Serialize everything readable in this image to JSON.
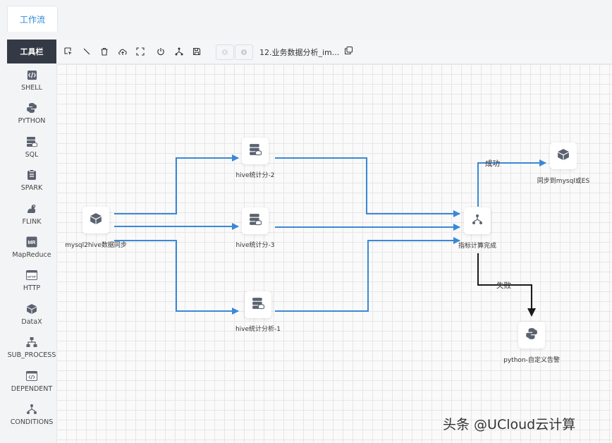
{
  "tabs": {
    "workflow": "工作流"
  },
  "sidebar": {
    "title": "工具栏",
    "tools": [
      {
        "label": "SHELL",
        "icon": "shell-icon"
      },
      {
        "label": "PYTHON",
        "icon": "python-icon"
      },
      {
        "label": "SQL",
        "icon": "sql-icon"
      },
      {
        "label": "SPARK",
        "icon": "spark-icon"
      },
      {
        "label": "FLINK",
        "icon": "flink-icon"
      },
      {
        "label": "MapReduce",
        "icon": "mapreduce-icon",
        "badge": "MR"
      },
      {
        "label": "HTTP",
        "icon": "http-icon",
        "badge": "HTTP"
      },
      {
        "label": "DataX",
        "icon": "datax-icon"
      },
      {
        "label": "SUB_PROCESS",
        "icon": "sub-process-icon"
      },
      {
        "label": "DEPENDENT",
        "icon": "dependent-icon"
      },
      {
        "label": "CONDITIONS",
        "icon": "conditions-icon"
      }
    ]
  },
  "toolbar": {
    "buttons": [
      "select-icon",
      "line-icon",
      "delete-icon",
      "upload-icon",
      "fullscreen-icon",
      "power-icon",
      "format-icon",
      "save-icon"
    ],
    "workflow_name": "12.业务数据分析_im...",
    "copy_icon": "copy-icon"
  },
  "canvas": {
    "nodes": {
      "mysql2hive": "mysql2hive数据同步",
      "hive2": "hive统计分-2",
      "hive3": "hive统计分-3",
      "hive1": "hive统计分析-1",
      "metrics": "指标计算完成",
      "sync_es": "同步到mysql或ES",
      "python_alert": "python-自定义告警"
    },
    "edges": {
      "success": "成功",
      "failure": "失败"
    }
  },
  "colors": {
    "edge": "#3a88d6",
    "fail_edge": "#1a1a1a",
    "accent": "#2f8ad9"
  },
  "watermark": "头条 @UCloud云计算"
}
